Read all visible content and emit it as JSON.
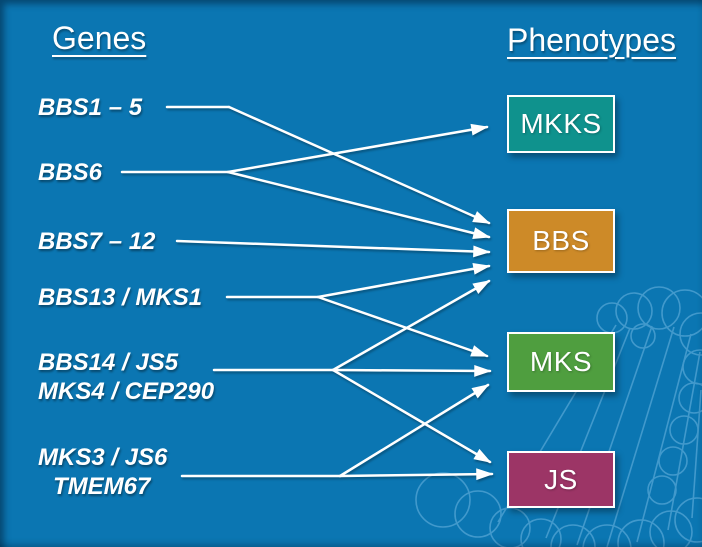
{
  "slide": {
    "background_color": "#0b76b2",
    "arrow_color": "#ffffff",
    "text_color": "#ffffff"
  },
  "genes_column": {
    "header": "Genes",
    "items": [
      {
        "id": "bbs1-5",
        "lines": [
          "BBS1 – 5"
        ]
      },
      {
        "id": "bbs6",
        "lines": [
          "BBS6"
        ]
      },
      {
        "id": "bbs7-12",
        "lines": [
          "BBS7 – 12"
        ]
      },
      {
        "id": "bbs13-mks1",
        "lines": [
          "BBS13 / MKS1"
        ]
      },
      {
        "id": "bbs14-js5",
        "lines": [
          "BBS14 / JS5",
          "MKS4 / CEP290"
        ]
      },
      {
        "id": "mks3-js6",
        "lines": [
          "MKS3 / JS6",
          "TMEM67"
        ]
      }
    ]
  },
  "phenotypes_column": {
    "header": "Phenotypes",
    "items": [
      {
        "id": "mkks",
        "label": "MKKS",
        "color": "#0f928d"
      },
      {
        "id": "bbs",
        "label": "BBS",
        "color": "#cd8a28"
      },
      {
        "id": "mks",
        "label": "MKS",
        "color": "#4f9e3f"
      },
      {
        "id": "js",
        "label": "JS",
        "color": "#9c3566"
      }
    ]
  },
  "connections": [
    {
      "from": "bbs1-5",
      "to": "bbs"
    },
    {
      "from": "bbs6",
      "to": "mkks"
    },
    {
      "from": "bbs6",
      "to": "bbs"
    },
    {
      "from": "bbs7-12",
      "to": "bbs"
    },
    {
      "from": "bbs13-mks1",
      "to": "bbs"
    },
    {
      "from": "bbs13-mks1",
      "to": "mks"
    },
    {
      "from": "bbs14-js5",
      "to": "bbs"
    },
    {
      "from": "bbs14-js5",
      "to": "mks"
    },
    {
      "from": "bbs14-js5",
      "to": "js"
    },
    {
      "from": "mks3-js6",
      "to": "mks"
    },
    {
      "from": "mks3-js6",
      "to": "js"
    }
  ]
}
